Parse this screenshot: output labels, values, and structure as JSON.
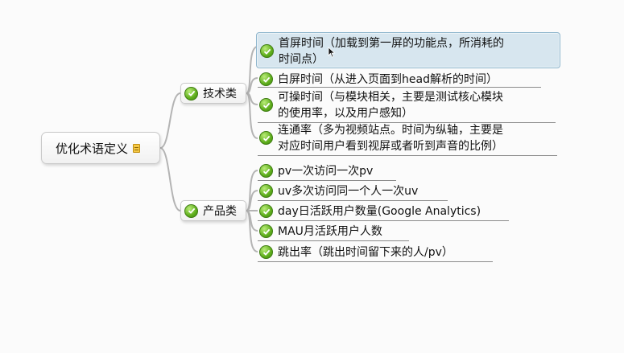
{
  "root": {
    "label": "优化术语定义",
    "note_icon": "note-icon"
  },
  "branches": [
    {
      "label": "技术类",
      "items": [
        {
          "text": "首屏时间（加载到第一屏的功能点，所消耗的\n时间点）",
          "selected": true
        },
        {
          "text": "白屏时间（从进入页面到head解析的时间）"
        },
        {
          "text": "可操时间（与模块相关，主要是测试核心模块\n的使用率，以及用户感知）"
        },
        {
          "text": "连通率（多为视频站点。时间为纵轴，主要是\n对应时间用户看到视屏或者听到声音的比例）"
        }
      ]
    },
    {
      "label": "产品类",
      "items": [
        {
          "text": "pv一次访问一次pv"
        },
        {
          "text": "uv多次访问同一个人一次uv"
        },
        {
          "text": "day日活跃用户数量(Google Analytics)"
        },
        {
          "text": "MAU月活跃用户人数"
        },
        {
          "text": "跳出率（跳出时间留下来的人/pv）"
        }
      ]
    }
  ],
  "colors": {
    "check": "#5fae1c",
    "selected_bg": "#d7e6ef",
    "connector": "#b0b0b0"
  }
}
